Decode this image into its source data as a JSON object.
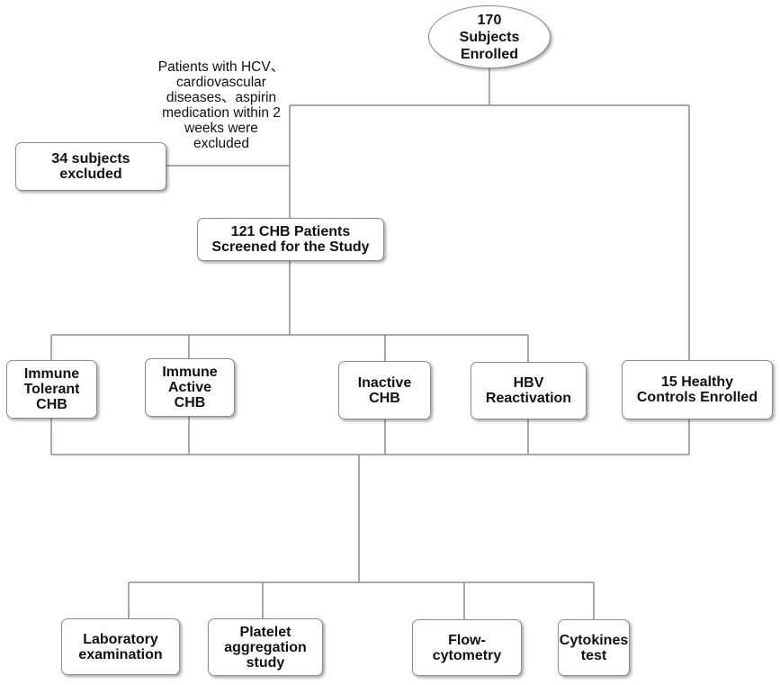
{
  "colors": {
    "line": "#8c8c8c",
    "box_border": "#8c8c8c",
    "text": "#111111"
  },
  "diagram": {
    "enrolled": "170\nSubjects\nEnrolled",
    "exclusion_note": "Patients with HCV、\ncardiovascular\ndiseases、aspirin\nmedication within 2\nweeks were\nexcluded",
    "excluded": "34 subjects\nexcluded",
    "screened": "121 CHB Patients\nScreened for the Study",
    "groups": [
      "Immune\nTolerant\nCHB",
      "Immune\nActive\nCHB",
      "Inactive\nCHB",
      "HBV\nReactivation"
    ],
    "controls": "15 Healthy\nControls Enrolled",
    "tests": [
      "Laboratory\nexamination",
      "Platelet\naggregation\nstudy",
      "Flow-\ncytometry",
      "Cytokines\ntest"
    ]
  }
}
